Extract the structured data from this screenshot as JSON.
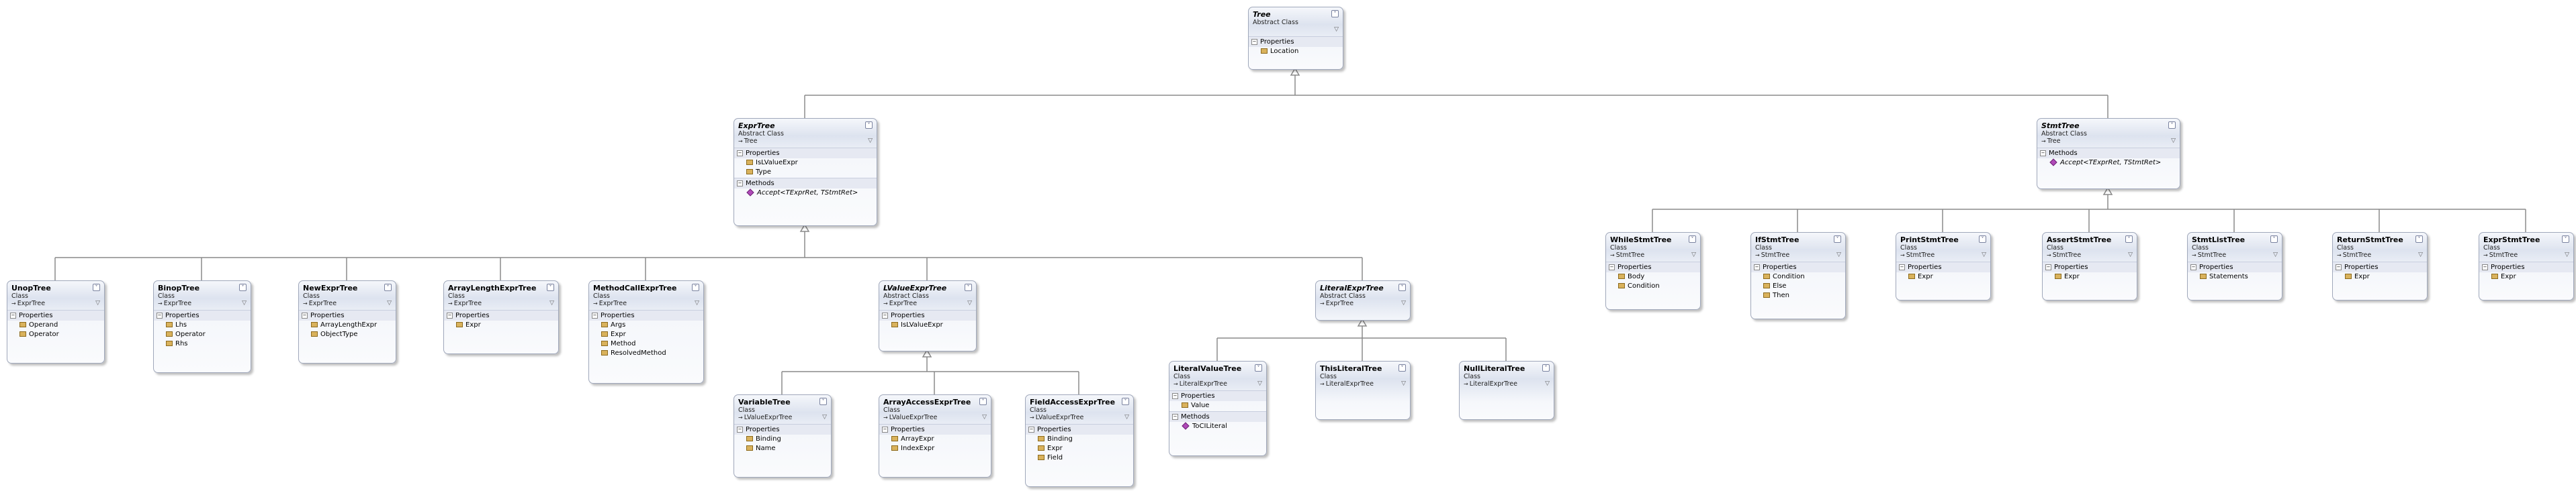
{
  "colors": {
    "connector": "#8a8a8a",
    "box_border": "#a0a8bb",
    "section_header": "#e6e9f2"
  },
  "sections": {
    "properties": "Properties",
    "methods": "Methods"
  },
  "classes": [
    {
      "id": "tree",
      "name": "Tree",
      "kind": "Abstract Class",
      "base": "",
      "abstract": true,
      "properties": [
        "Location"
      ],
      "methods": []
    },
    {
      "id": "exprtree",
      "name": "ExprTree",
      "kind": "Abstract Class",
      "base": "Tree",
      "abstract": true,
      "properties": [
        "IsLValueExpr",
        "Type"
      ],
      "methods": [
        "Accept<TExprRet, TStmtRet>"
      ]
    },
    {
      "id": "stmttree",
      "name": "StmtTree",
      "kind": "Abstract Class",
      "base": "Tree",
      "abstract": true,
      "properties": [],
      "methods": [
        "Accept<TExprRet, TStmtRet>"
      ]
    },
    {
      "id": "unoptree",
      "name": "UnopTree",
      "kind": "Class",
      "base": "ExprTree",
      "abstract": false,
      "properties": [
        "Operand",
        "Operator"
      ],
      "methods": []
    },
    {
      "id": "binoptree",
      "name": "BinopTree",
      "kind": "Class",
      "base": "ExprTree",
      "abstract": false,
      "properties": [
        "Lhs",
        "Operator",
        "Rhs"
      ],
      "methods": []
    },
    {
      "id": "newexprtree",
      "name": "NewExprTree",
      "kind": "Class",
      "base": "ExprTree",
      "abstract": false,
      "properties": [
        "ArrayLengthExpr",
        "ObjectType"
      ],
      "methods": []
    },
    {
      "id": "arraylengthexprtree",
      "name": "ArrayLengthExprTree",
      "kind": "Class",
      "base": "ExprTree",
      "abstract": false,
      "properties": [
        "Expr"
      ],
      "methods": []
    },
    {
      "id": "methodcallexprtree",
      "name": "MethodCallExprTree",
      "kind": "Class",
      "base": "ExprTree",
      "abstract": false,
      "properties": [
        "Args",
        "Expr",
        "Method",
        "ResolvedMethod"
      ],
      "methods": []
    },
    {
      "id": "lvalueexprtree",
      "name": "LValueExprTree",
      "kind": "Abstract Class",
      "base": "ExprTree",
      "abstract": true,
      "properties": [
        "IsLValueExpr"
      ],
      "methods": []
    },
    {
      "id": "literalexprtree",
      "name": "LiteralExprTree",
      "kind": "Abstract Class",
      "base": "ExprTree",
      "abstract": true,
      "properties": [],
      "methods": []
    },
    {
      "id": "variabletree",
      "name": "VariableTree",
      "kind": "Class",
      "base": "LValueExprTree",
      "abstract": false,
      "properties": [
        "Binding",
        "Name"
      ],
      "methods": []
    },
    {
      "id": "arrayaccessexprtree",
      "name": "ArrayAccessExprTree",
      "kind": "Class",
      "base": "LValueExprTree",
      "abstract": false,
      "properties": [
        "ArrayExpr",
        "IndexExpr"
      ],
      "methods": []
    },
    {
      "id": "fieldaccessexprtree",
      "name": "FieldAccessExprTree",
      "kind": "Class",
      "base": "LValueExprTree",
      "abstract": false,
      "properties": [
        "Binding",
        "Expr",
        "Field"
      ],
      "methods": []
    },
    {
      "id": "literalvaluetree",
      "name": "LiteralValueTree",
      "kind": "Class",
      "base": "LiteralExprTree",
      "abstract": false,
      "properties": [
        "Value"
      ],
      "methods": [
        "ToCILiteral"
      ]
    },
    {
      "id": "thisliteraltree",
      "name": "ThisLiteralTree",
      "kind": "Class",
      "base": "LiteralExprTree",
      "abstract": false,
      "properties": [],
      "methods": []
    },
    {
      "id": "nullliteraltree",
      "name": "NullLiteralTree",
      "kind": "Class",
      "base": "LiteralExprTree",
      "abstract": false,
      "properties": [],
      "methods": []
    },
    {
      "id": "whilestmttree",
      "name": "WhileStmtTree",
      "kind": "Class",
      "base": "StmtTree",
      "abstract": false,
      "properties": [
        "Body",
        "Condition"
      ],
      "methods": []
    },
    {
      "id": "ifstmttree",
      "name": "IfStmtTree",
      "kind": "Class",
      "base": "StmtTree",
      "abstract": false,
      "properties": [
        "Condition",
        "Else",
        "Then"
      ],
      "methods": []
    },
    {
      "id": "printstmttree",
      "name": "PrintStmtTree",
      "kind": "Class",
      "base": "StmtTree",
      "abstract": false,
      "properties": [
        "Expr"
      ],
      "methods": []
    },
    {
      "id": "assertstmttree",
      "name": "AssertStmtTree",
      "kind": "Class",
      "base": "StmtTree",
      "abstract": false,
      "properties": [
        "Expr"
      ],
      "methods": []
    },
    {
      "id": "stmtlisttree",
      "name": "StmtListTree",
      "kind": "Class",
      "base": "StmtTree",
      "abstract": false,
      "properties": [
        "Statements"
      ],
      "methods": []
    },
    {
      "id": "returnstmttree",
      "name": "ReturnStmtTree",
      "kind": "Class",
      "base": "StmtTree",
      "abstract": false,
      "properties": [
        "Expr"
      ],
      "methods": []
    },
    {
      "id": "exprstmttree",
      "name": "ExprStmtTree",
      "kind": "Class",
      "base": "StmtTree",
      "abstract": false,
      "properties": [
        "Expr"
      ],
      "methods": []
    }
  ]
}
